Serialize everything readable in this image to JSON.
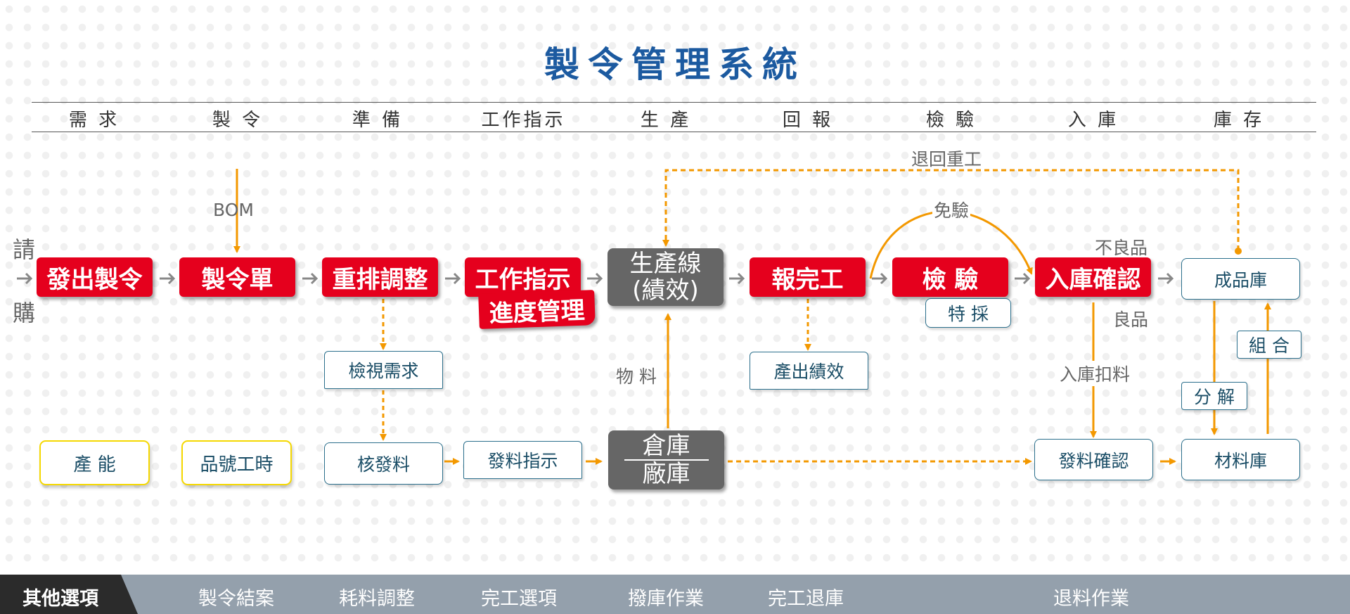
{
  "title": "製令管理系統",
  "stages": [
    "需 求",
    "製 令",
    "準 備",
    "工作指示",
    "生 產",
    "回 報",
    "檢 驗",
    "入 庫",
    "庫 存"
  ],
  "side_label": {
    "top": "請",
    "bottom": "購"
  },
  "nodes": {
    "issue_order": "發出製令",
    "order_sheet": "製令單",
    "reschedule": "重排調整",
    "work_instruction": "工作指示",
    "progress_mgmt": "進度管理",
    "production_line_1": "生產線",
    "production_line_2": "(績效)",
    "report_done": "報完工",
    "inspection": "檢 驗",
    "stock_in_confirm": "入庫確認",
    "finished_goods": "成品庫",
    "special_accept": "特 採",
    "review_demand": "檢視需求",
    "output_perf": "產出績效",
    "approve_issue": "核發料",
    "issue_instruction": "發料指示",
    "warehouse_1": "倉庫",
    "warehouse_2": "廠庫",
    "issue_confirm": "發料確認",
    "material_store": "材料庫",
    "capacity": "產 能",
    "part_hours": "品號工時",
    "assemble": "組 合",
    "disassemble": "分 解"
  },
  "labels": {
    "bom": "BOM",
    "rework": "退回重工",
    "exempt": "免驗",
    "defective": "不良品",
    "good": "良品",
    "material": "物 料",
    "backflush": "入庫扣料"
  },
  "bottom_bar": {
    "active": "其他選項",
    "items": [
      "製令結案",
      "耗料調整",
      "完工選項",
      "撥庫作業",
      "完工退庫",
      "退料作業"
    ]
  },
  "colors": {
    "red": "#e5001d",
    "orange": "#f39800",
    "gray": "#666666",
    "teal": "#2b6f8c",
    "title": "#1c5aa0",
    "yellow": "#f5d800"
  }
}
